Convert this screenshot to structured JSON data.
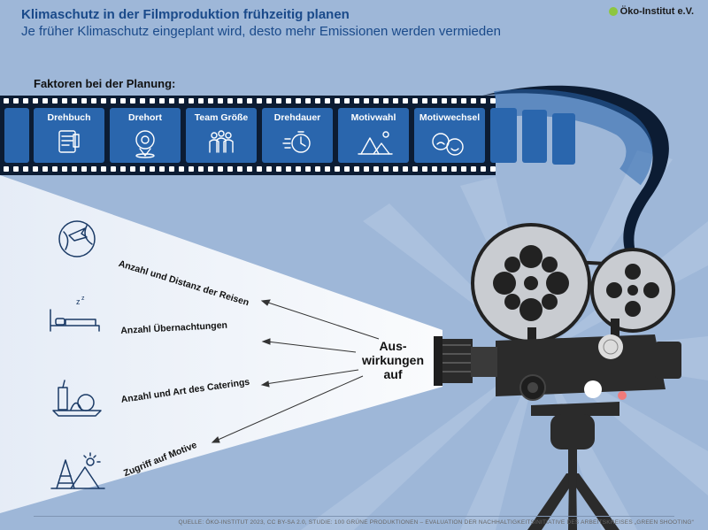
{
  "header": {
    "title": "Klimaschutz in der Filmproduktion frühzeitig planen",
    "subtitle": "Je früher Klimaschutz eingeplant wird, desto mehr Emissionen werden vermieden"
  },
  "logo": {
    "text": "Öko-Institut e.V."
  },
  "planning": {
    "label": "Faktoren bei der Planung:",
    "factors": [
      {
        "label": "Drehbuch",
        "icon": "script-icon"
      },
      {
        "label": "Drehort",
        "icon": "location-pin-icon"
      },
      {
        "label": "Team Größe",
        "icon": "team-icon"
      },
      {
        "label": "Drehdauer",
        "icon": "stopwatch-icon"
      },
      {
        "label": "Motivwahl",
        "icon": "landscape-icon"
      },
      {
        "label": "Motivwechsel",
        "icon": "mask-faces-icon"
      }
    ]
  },
  "effects": {
    "center_label_line1": "Aus-",
    "center_label_line2": "wirkungen",
    "center_label_line3": "auf",
    "items": [
      {
        "label": "Anzahl und Distanz der Reisen",
        "icon": "globe-plane-icon"
      },
      {
        "label": "Anzahl Übernachtungen",
        "icon": "bed-icon"
      },
      {
        "label": "Anzahl und Art des Caterings",
        "icon": "food-tray-icon"
      },
      {
        "label": "Zugriff auf Motive",
        "icon": "landscape-sun-icon"
      }
    ]
  },
  "footer": {
    "source": "QUELLE: ÖKO-INSTITUT 2023, CC BY-SA 2.0, STUDIE: 100 GRÜNE PRODUKTIONEN – EVALUATION DER NACHHALTIGKEITSINITIATIVE DES ARBEITSKREISES „GREEN SHOOTING“"
  },
  "colors": {
    "background": "#9eb7d8",
    "film": "#0c1c33",
    "frame": "#2a66ad",
    "title": "#1a4a8a",
    "beam": "#e8eef7",
    "camera": "#2b2b2b",
    "reel": "#c9ccd1"
  }
}
